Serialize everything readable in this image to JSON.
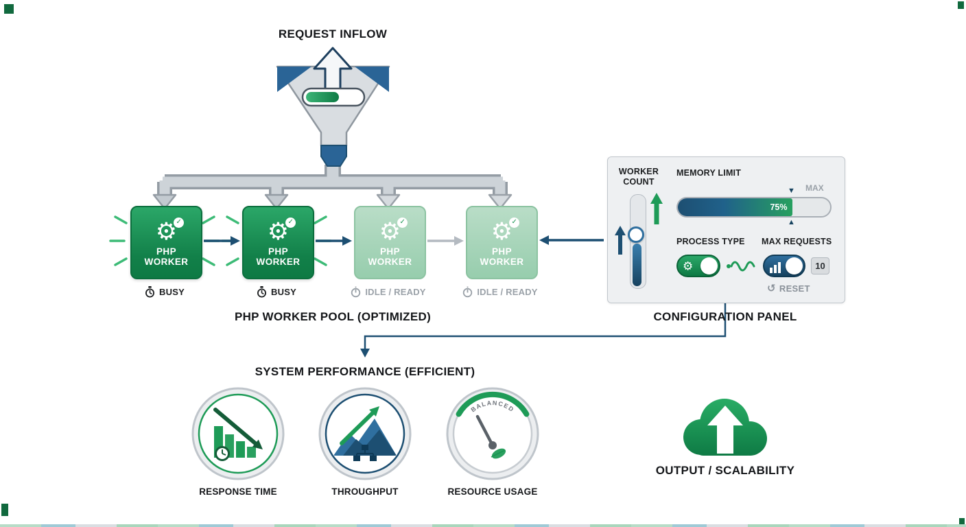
{
  "titles": {
    "request_inflow": "REQUEST INFLOW",
    "worker_pool": "PHP WORKER POOL (OPTIMIZED)",
    "config_panel": "CONFIGURATION PANEL",
    "performance": "SYSTEM PERFORMANCE (EFFICIENT)",
    "output": "OUTPUT / SCALABILITY"
  },
  "workers": [
    {
      "line1": "PHP",
      "line2": "WORKER",
      "status": "BUSY",
      "state": "busy"
    },
    {
      "line1": "PHP",
      "line2": "WORKER",
      "status": "BUSY",
      "state": "busy"
    },
    {
      "line1": "PHP",
      "line2": "WORKER",
      "status": "IDLE / READY",
      "state": "idle"
    },
    {
      "line1": "PHP",
      "line2": "WORKER",
      "status": "IDLE / READY",
      "state": "idle"
    }
  ],
  "config": {
    "worker_count": {
      "line1": "WORKER",
      "line2": "COUNT"
    },
    "memory": {
      "label": "MEMORY LIMIT",
      "value": "75%",
      "max": "MAX"
    },
    "process_type": {
      "label": "PROCESS TYPE"
    },
    "max_requests": {
      "label": "MAX REQUESTS",
      "value": "10"
    },
    "reset_label": "RESET"
  },
  "metrics": [
    {
      "label": "RESPONSE TIME"
    },
    {
      "label": "THROUGHPUT"
    },
    {
      "label": "RESOURCE USAGE",
      "gauge_text": "BALANCED"
    }
  ],
  "icons": {
    "gear": "⚙",
    "check": "✓",
    "undo": "↺",
    "marker_up": "▲",
    "marker_down": "▼"
  },
  "colors": {
    "green": "#17944f",
    "navy": "#1d4f72",
    "gray_arrow": "#b4bac1"
  }
}
